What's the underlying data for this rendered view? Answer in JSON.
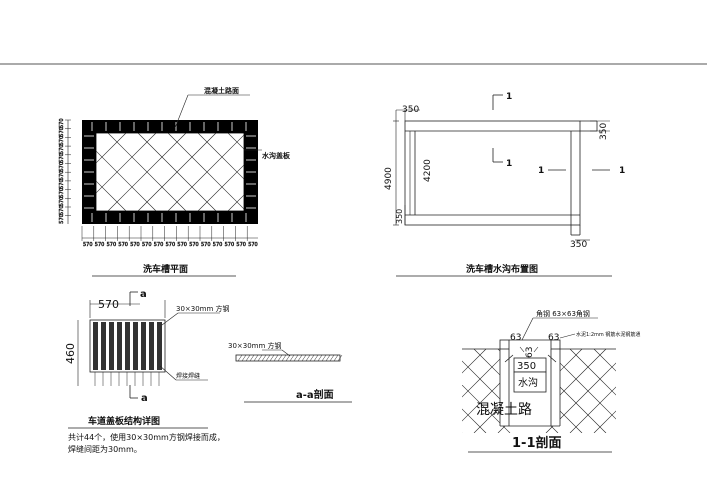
{
  "plan": {
    "title": "洗车槽平面",
    "callout_top": "混凝土路面",
    "callout_right": "水沟盖板",
    "dim_unit": "570"
  },
  "layout_plan": {
    "title": "洗车槽水沟布置图",
    "dim_top": "350",
    "dim_right_top": "350",
    "dim_left_total": "4900",
    "dim_left_inner": "4200",
    "dim_left_bottom": "350",
    "dim_bottom_right": "350",
    "section_mark": "1"
  },
  "cover_detail": {
    "title": "车道盖板结构详图",
    "dim_width": "570",
    "dim_height": "460",
    "section_mark": "a",
    "callout_steel": "30×30mm 方钢",
    "callout_weld": "焊接焊缝",
    "note_line1": "共计44个，使用30×30mm方钢焊接而成，",
    "note_line2": "焊缝间距为30mm。"
  },
  "aa_section": {
    "title": "a-a剖面",
    "callout": "30×30mm 方钢"
  },
  "section_11": {
    "title": "1-1剖面",
    "callout_angle": "角钢 63×63角钢",
    "callout_right": "水泥1:2mm 钢筋水泥钢筋通",
    "dim_a": "63",
    "dim_b": "63",
    "dim_c": "63",
    "dim_depth": "350",
    "ditch_label": "水沟",
    "concrete_label": "混凝土路"
  }
}
